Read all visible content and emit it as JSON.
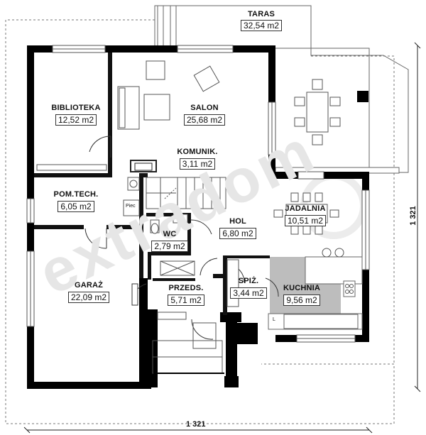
{
  "rooms": [
    {
      "id": "taras",
      "name": "TARAS",
      "area": "32,54 m2"
    },
    {
      "id": "biblioteka",
      "name": "BIBLIOTEKA",
      "area": "12,52 m2"
    },
    {
      "id": "salon",
      "name": "SALON",
      "area": "25,68 m2"
    },
    {
      "id": "komunik",
      "name": "KOMUNIK.",
      "area": "3,11 m2"
    },
    {
      "id": "pomtech",
      "name": "POM.TECH.",
      "area": "6,05 m2"
    },
    {
      "id": "jadalnia",
      "name": "JADALNIA",
      "area": "10,51 m2"
    },
    {
      "id": "hol",
      "name": "HOL",
      "area": "6,80 m2"
    },
    {
      "id": "wc",
      "name": "WC",
      "area": "2,79 m2"
    },
    {
      "id": "garaz",
      "name": "GARAŻ",
      "area": "22,09 m2"
    },
    {
      "id": "przeds",
      "name": "PRZEDS.",
      "area": "5,71 m2"
    },
    {
      "id": "spiz",
      "name": "SPIŻ.",
      "area": "3,44 m2"
    },
    {
      "id": "kuchnia",
      "name": "KUCHNIA",
      "area": "9,56 m2"
    }
  ],
  "dimensions": {
    "width": "1 321",
    "height": "1 321"
  },
  "equipment": {
    "stove": "Piec",
    "fridge": "L"
  },
  "watermark": "extradom"
}
